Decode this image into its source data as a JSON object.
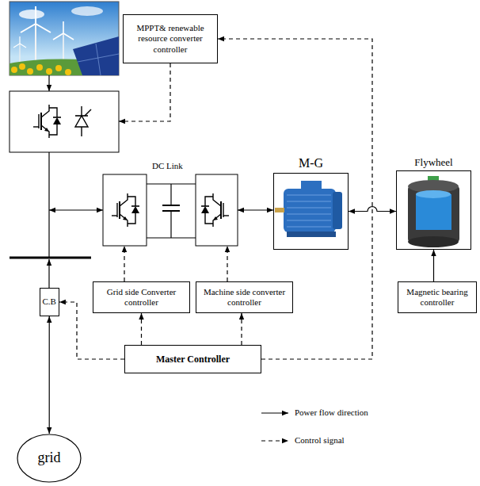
{
  "diagram": {
    "nodes": [
      {
        "text": [
          "MPPT& renewable resource converter controller"
        ]
      },
      {
        "text": [
          "M-G"
        ]
      },
      {
        "text": [
          "Flywheel"
        ]
      },
      {
        "text": [
          "C.B"
        ]
      },
      {
        "text": [
          "Grid side Converter controller"
        ]
      },
      {
        "text": [
          "Machine side converter controller"
        ]
      },
      {
        "text": [
          "Magnetic bearing controller"
        ]
      },
      {
        "text": [
          "Master Controller"
        ]
      },
      {
        "text": [
          "grid"
        ]
      }
    ],
    "edges": [
      {
        "from": 1,
        "to": 2,
        "arrow": "both"
      },
      {
        "from": 6,
        "to": 2,
        "arrow": "to"
      },
      {
        "from": 7,
        "to": 4,
        "arrow": "to"
      },
      {
        "from": 7,
        "to": 5,
        "arrow": "to"
      },
      {
        "from": 7,
        "to": 3,
        "arrow": "to"
      },
      {
        "from": 7,
        "to": 0,
        "arrow": "to"
      },
      {
        "from": 3,
        "to": 8,
        "arrow": "both"
      }
    ],
    "labels": [
      "DC Link"
    ],
    "legend": [
      {
        "text": "Power flow direction"
      },
      {
        "text": "Control signal"
      }
    ]
  }
}
